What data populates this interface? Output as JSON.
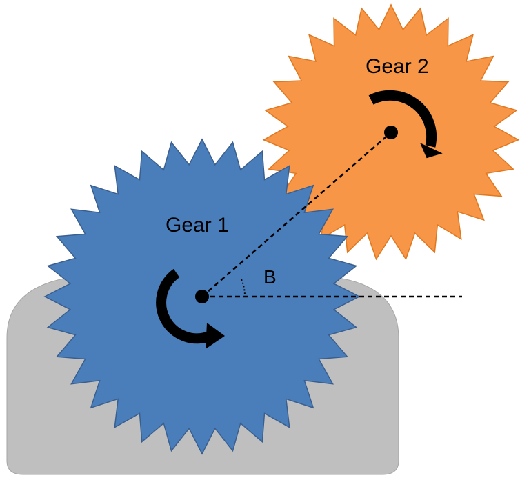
{
  "diagram": {
    "gear1": {
      "label": "Gear 1",
      "color": "#4A7EBB",
      "teeth": 32,
      "rotation": "counterclockwise"
    },
    "gear2": {
      "label": "Gear 2",
      "color": "#F79646",
      "teeth": 27,
      "rotation": "clockwise"
    },
    "base": {
      "color": "#BFBFBF"
    },
    "angle_label": "B",
    "outline_color": "#3A5F8F",
    "gear2_outline_color": "#E07820"
  }
}
